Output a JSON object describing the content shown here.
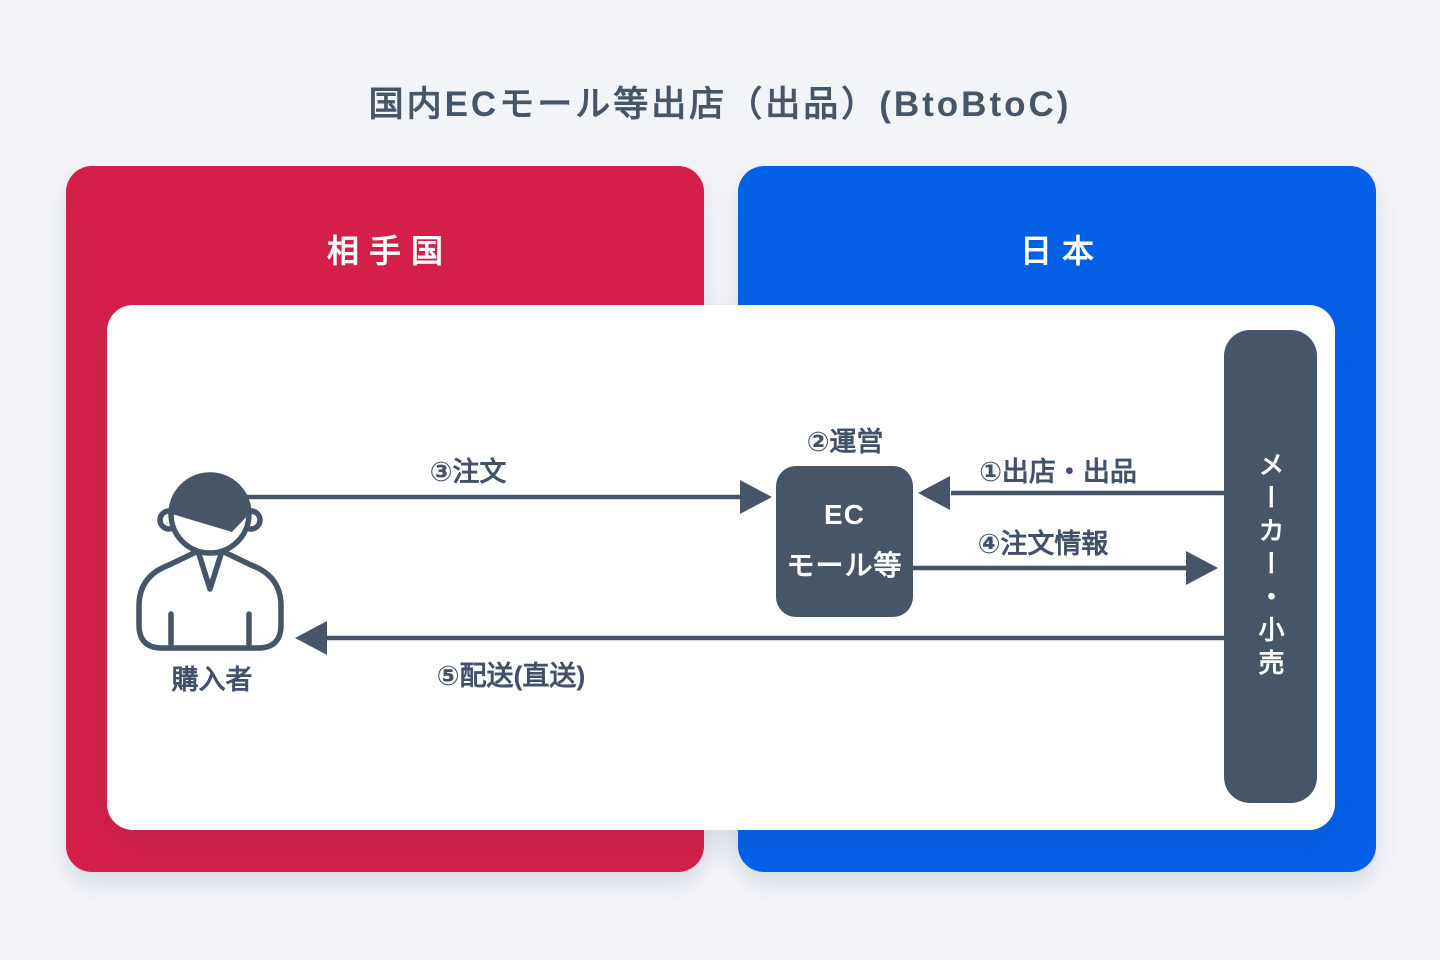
{
  "title": "国内ECモール等出店（出品）(BtoBtoC)",
  "regions": {
    "partner": {
      "label": "相手国",
      "color": "#d42048"
    },
    "japan": {
      "label": "日本",
      "color": "#0560e8"
    }
  },
  "nodes": {
    "buyer": {
      "label": "購入者"
    },
    "ec_mall": {
      "line1": "EC",
      "line2": "モール等"
    },
    "maker_retail": {
      "label": "メーカー・小売"
    }
  },
  "flows": {
    "step1": {
      "label": "①出店・出品",
      "from": "メーカー・小売",
      "to": "ECモール等"
    },
    "step2": {
      "label": "②運営",
      "target": "ECモール等"
    },
    "step3": {
      "label": "③注文",
      "from": "購入者",
      "to": "ECモール等"
    },
    "step4": {
      "label": "④注文情報",
      "from": "ECモール等",
      "to": "メーカー・小売"
    },
    "step5": {
      "label": "⑤配送(直送)",
      "from": "メーカー・小売",
      "to": "購入者"
    }
  },
  "colors": {
    "accent_dark": "#475569",
    "partner_red": "#d42048",
    "japan_blue": "#0560e8",
    "background": "#f2f4f8",
    "canvas_white": "#ffffff"
  }
}
